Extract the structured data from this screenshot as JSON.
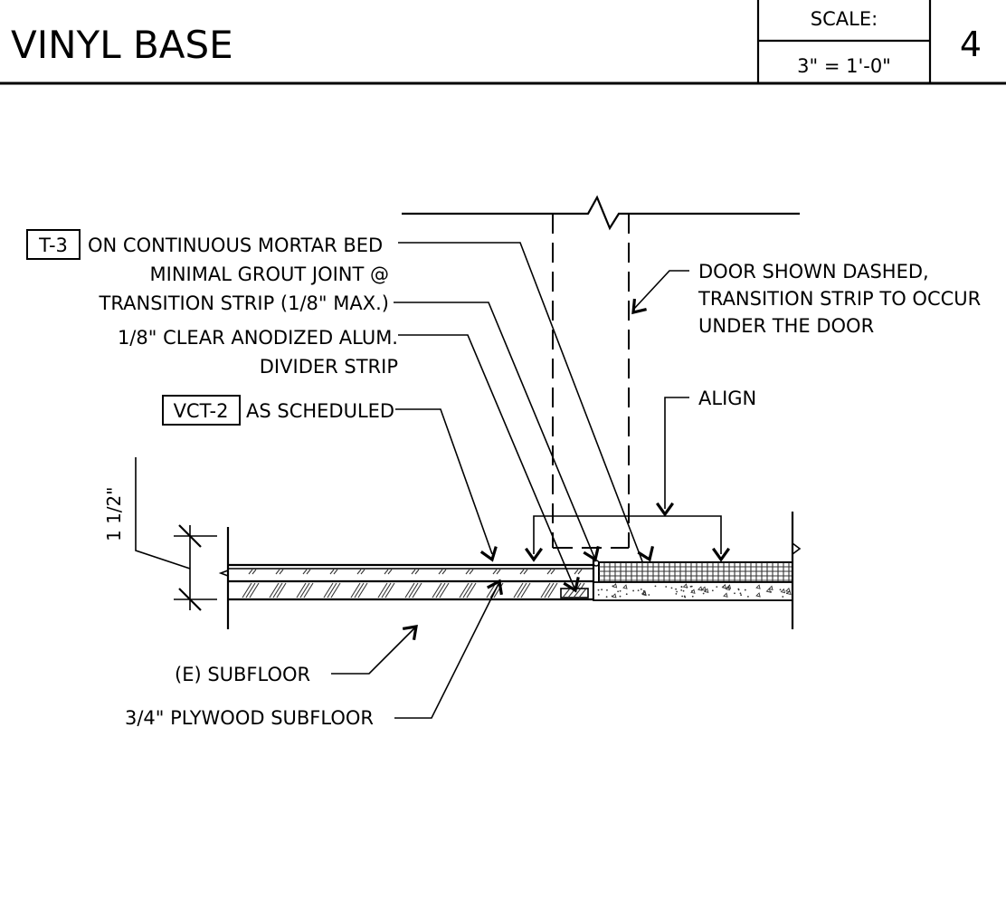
{
  "title_block": {
    "title": "VINYL BASE",
    "scale_label": "SCALE:",
    "scale_value": "3\" = 1'-0\"",
    "detail_number": "4"
  },
  "callouts": {
    "tag_t3": "T-3",
    "mortar_bed": "ON CONTINUOUS MORTAR BED",
    "grout_joint_line1": "MINIMAL GROUT JOINT @",
    "grout_joint_line2": "TRANSITION STRIP (1/8\" MAX.)",
    "divider_line1": "1/8\" CLEAR ANODIZED ALUM.",
    "divider_line2": "DIVIDER STRIP",
    "tag_vct2": "VCT-2",
    "as_scheduled": "AS SCHEDULED",
    "door_line1": "DOOR SHOWN DASHED,",
    "door_line2": "TRANSITION STRIP TO OCCUR",
    "door_line3": "UNDER THE DOOR",
    "align": "ALIGN",
    "existing_subfloor": "(E) SUBFLOOR",
    "plywood_subfloor": "3/4\" PLYWOOD SUBFLOOR"
  },
  "dimensions": {
    "height": "1 1/2\""
  }
}
